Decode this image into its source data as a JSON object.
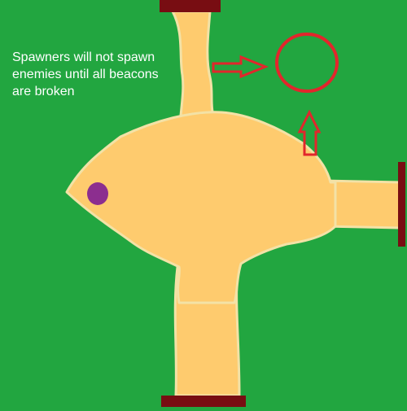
{
  "note": {
    "lines": [
      "Spawners will not spawn",
      "enemies until all beacons",
      "are broken"
    ]
  },
  "colors": {
    "ground": "#22a640",
    "floor": "#fecb6e",
    "floor_edge": "#f3e2a6",
    "door": "#780d12",
    "beacon": "#8c2e8f",
    "annotation": "#e2262c"
  },
  "icons": {
    "beacon": "purple-circle",
    "spawner_marker": "red-ring",
    "pointer": "red-outline-arrow"
  }
}
